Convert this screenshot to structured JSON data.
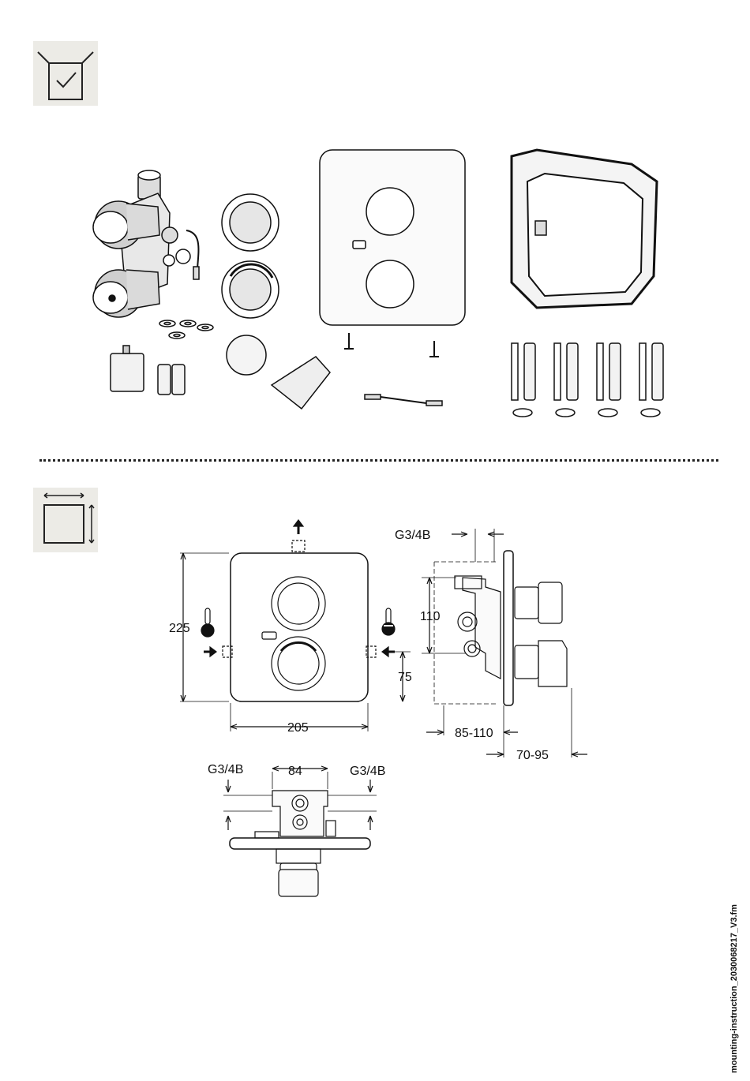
{
  "sections": {
    "contents": {
      "icon": "box-checkmark-icon"
    },
    "dimensions": {
      "icon": "dimensions-square-icon"
    }
  },
  "dimensions": {
    "front_height": "225",
    "front_width": "205",
    "inlet_offset": "75",
    "side_thread": "G3/4B",
    "side_spacing": "110",
    "side_depth_body": "85-110",
    "side_depth_cover": "70-95",
    "bottom_thread_left": "G3/4B",
    "bottom_thread_right": "G3/4B",
    "bottom_spacing": "84"
  },
  "footer": {
    "file_name": "mounting-instruction_2030068217_V3.fm"
  }
}
